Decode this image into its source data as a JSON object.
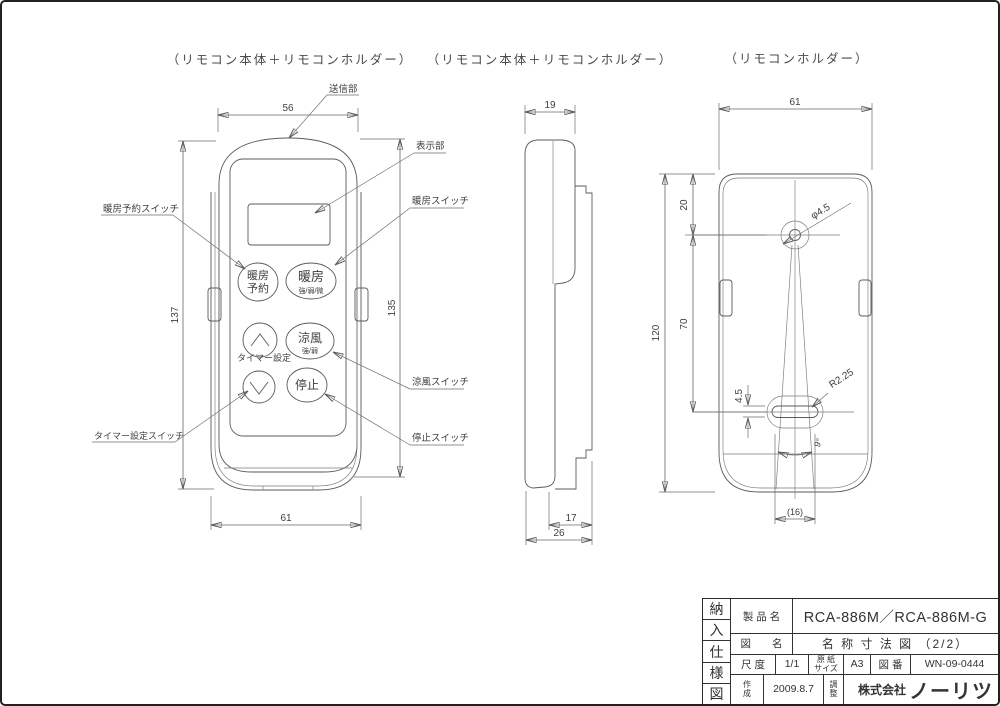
{
  "front": {
    "title": "（リモコン本体＋リモコンホルダー）",
    "callouts": {
      "transmitter": "送信部",
      "display": "表示部",
      "heating_reserve": "暖房予約スイッチ",
      "heating": "暖房スイッチ",
      "cool": "涼風スイッチ",
      "stop": "停止スイッチ",
      "timer": "タイマー設定スイッチ"
    },
    "buttons": {
      "heating_reserve_l1": "暖房",
      "heating_reserve_l2": "予約",
      "heating": "暖房",
      "heating_sub": "強/弱/微",
      "cool": "涼風",
      "cool_sub": "強/弱",
      "stop": "停止",
      "timer_group": "タイマー設定"
    },
    "dims": {
      "w_body": "56",
      "h_total": "137",
      "h_body": "135",
      "w_holder": "61"
    }
  },
  "side": {
    "title": "（リモコン本体＋リモコンホルダー）",
    "dims": {
      "depth": "19",
      "d_holder": "17",
      "d_total": "26"
    }
  },
  "holder": {
    "title": "（リモコンホルダー）",
    "dims": {
      "width": "61",
      "height": "120",
      "top_to_hole": "20",
      "hole_to_slot": "70",
      "slot_h": "4.5",
      "slot_w": "(16)"
    },
    "notes": {
      "hole_dia": "φ4.5",
      "slot_r": "R2.25",
      "angle": "9°"
    }
  },
  "title_block": {
    "vertical": [
      "納",
      "入",
      "仕",
      "様",
      "図"
    ],
    "product_label": "製 品 名",
    "product_value": "RCA-886M／RCA-886M-G",
    "name_label": "図　　名",
    "name_value": "名 称 寸 法 図 （2/2）",
    "scale_label": "尺 度",
    "scale_value": "1/1",
    "paper_label_top": "原 紙",
    "paper_label_bottom": "サイズ",
    "paper_value": "A3",
    "no_label": "図 番",
    "no_value": "WN-09-0444",
    "made_label_top": "作",
    "made_label_bottom": "成",
    "made_value": "2009.8.7",
    "adjust_label_top": "調",
    "adjust_label_bottom": "整",
    "company_prefix": "株式会社",
    "company_name": "ノーリツ"
  }
}
